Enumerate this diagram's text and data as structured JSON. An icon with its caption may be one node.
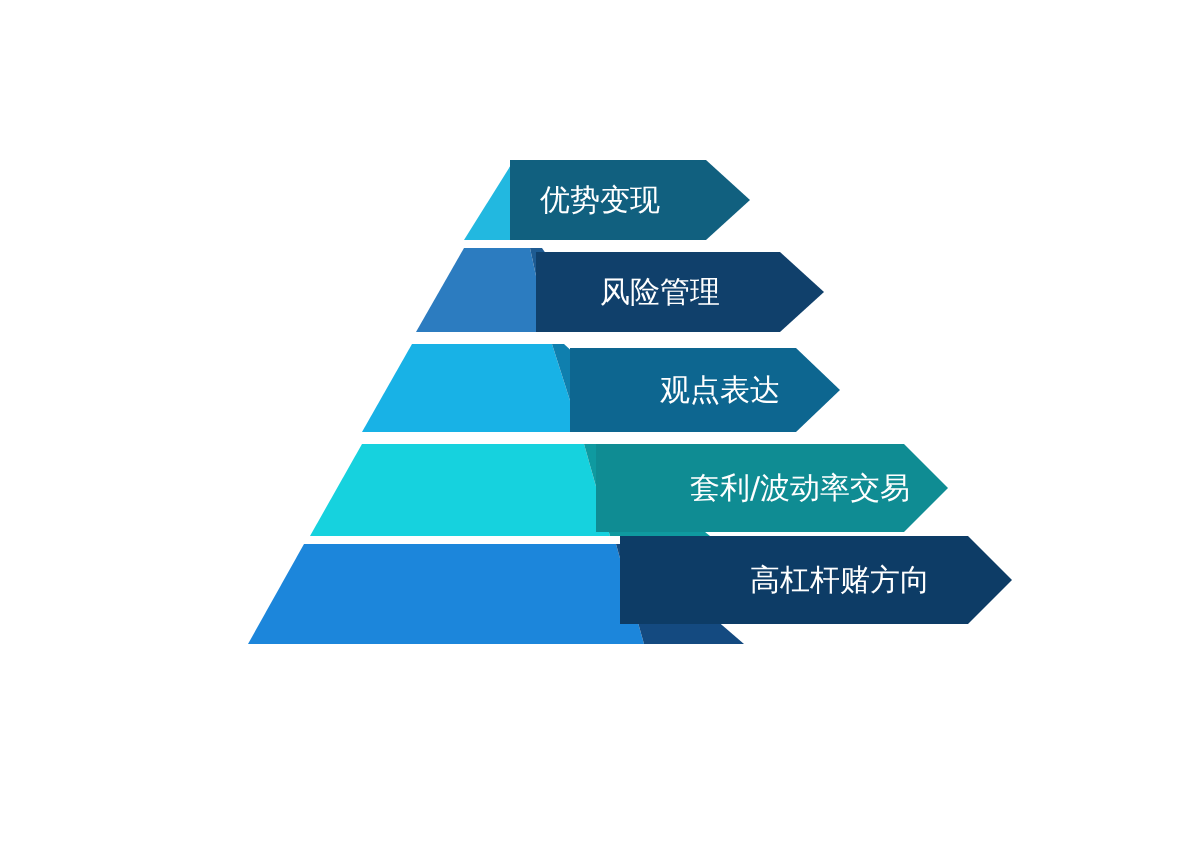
{
  "diagram": {
    "nodes": [
      {
        "text": [
          "优势变现"
        ]
      },
      {
        "text": [
          "风险管理"
        ]
      },
      {
        "text": [
          "观点表达"
        ]
      },
      {
        "text": [
          "套利/波动率交易"
        ]
      },
      {
        "text": [
          "高杠杆赌方向"
        ]
      }
    ]
  }
}
